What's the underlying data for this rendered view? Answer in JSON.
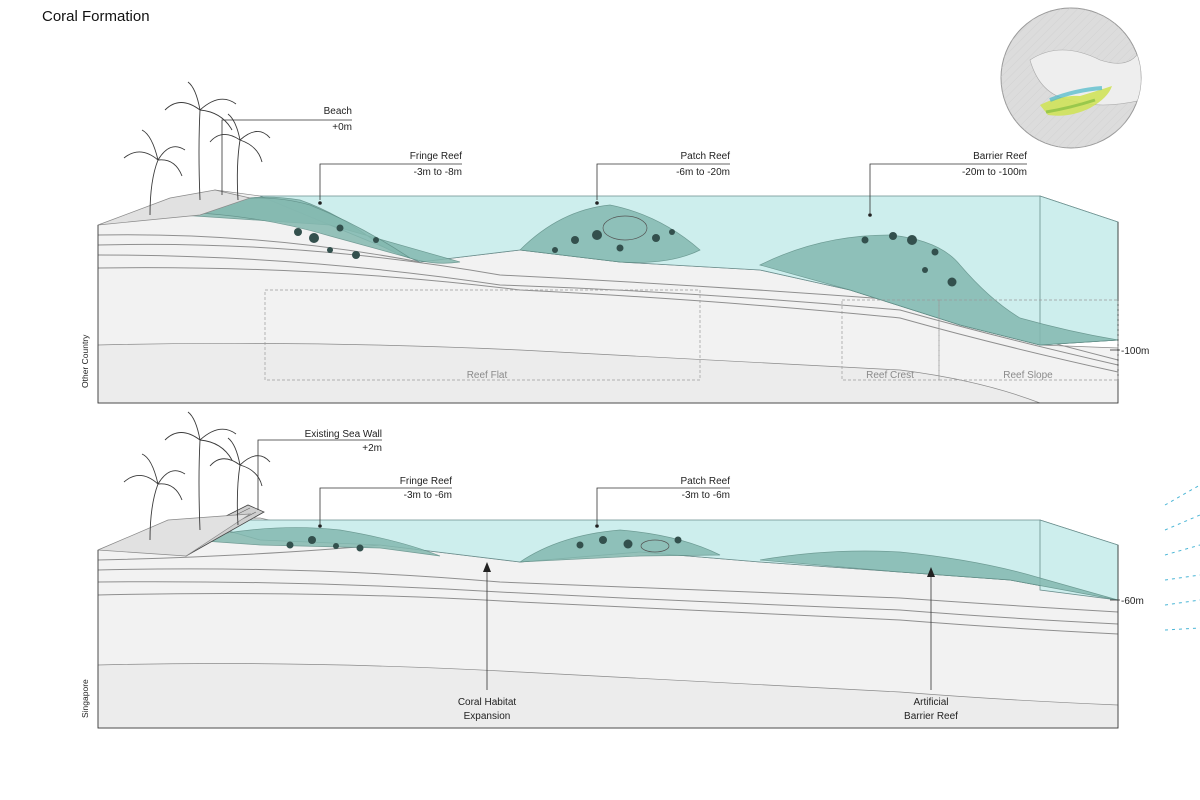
{
  "title": "Coral Formation",
  "section_top": {
    "side_label": "Other Country",
    "depth_marker": "-100m",
    "callouts": [
      {
        "name": "Beach",
        "range": "+0m"
      },
      {
        "name": "Fringe Reef",
        "range": "-3m to -8m"
      },
      {
        "name": "Patch Reef",
        "range": "-6m to -20m"
      },
      {
        "name": "Barrier Reef",
        "range": "-20m to -100m"
      }
    ],
    "zones": [
      "Reef Flat",
      "Reef Crest",
      "Reef Slope"
    ]
  },
  "section_bottom": {
    "side_label": "Singapore",
    "depth_marker": "-60m",
    "callouts": [
      {
        "name": "Existing Sea Wall",
        "range": "+2m"
      },
      {
        "name": "Fringe Reef",
        "range": "-3m to -6m"
      },
      {
        "name": "Patch Reef",
        "range": "-3m to -6m"
      }
    ],
    "annotations": [
      {
        "line1": "Coral Habitat",
        "line2": "Expansion"
      },
      {
        "line1": "Artificial",
        "line2": "Barrier Reef"
      }
    ]
  },
  "colors": {
    "water": "#cdeeed",
    "reef": "#84b9b0",
    "coral": "#33504d",
    "soil": "#ececec"
  }
}
